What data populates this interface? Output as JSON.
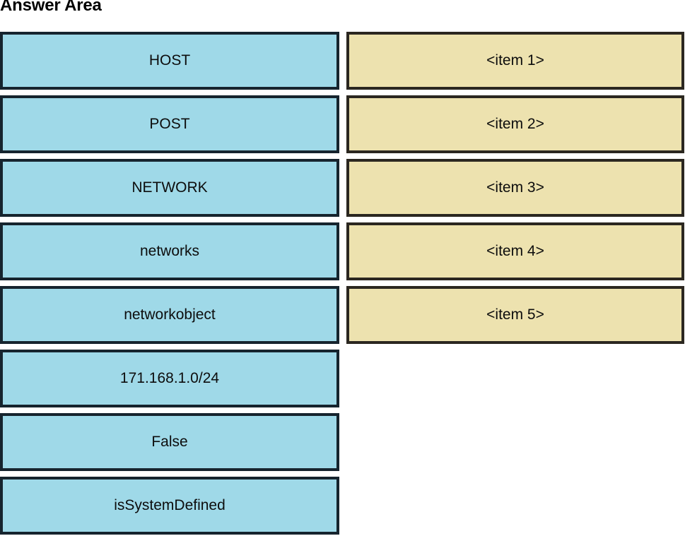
{
  "header": {
    "title": "Answer Area"
  },
  "colors": {
    "source_fill": "#9FD9E8",
    "source_border": "#16242E",
    "target_fill": "#EDE2AF",
    "target_border": "#2B2720",
    "background": "#FFFFFF",
    "text": "#0D0D0D"
  },
  "left_column": {
    "name": "source-options",
    "items": [
      {
        "label": "HOST"
      },
      {
        "label": "POST"
      },
      {
        "label": "NETWORK"
      },
      {
        "label": "networks"
      },
      {
        "label": "networkobject"
      },
      {
        "label": "171.168.1.0/24"
      },
      {
        "label": "False"
      },
      {
        "label": "isSystemDefined"
      }
    ]
  },
  "right_column": {
    "name": "answer-slots",
    "items": [
      {
        "label": "<item 1>"
      },
      {
        "label": "<item 2>"
      },
      {
        "label": "<item 3>"
      },
      {
        "label": "<item 4>"
      },
      {
        "label": "<item 5>"
      }
    ]
  }
}
